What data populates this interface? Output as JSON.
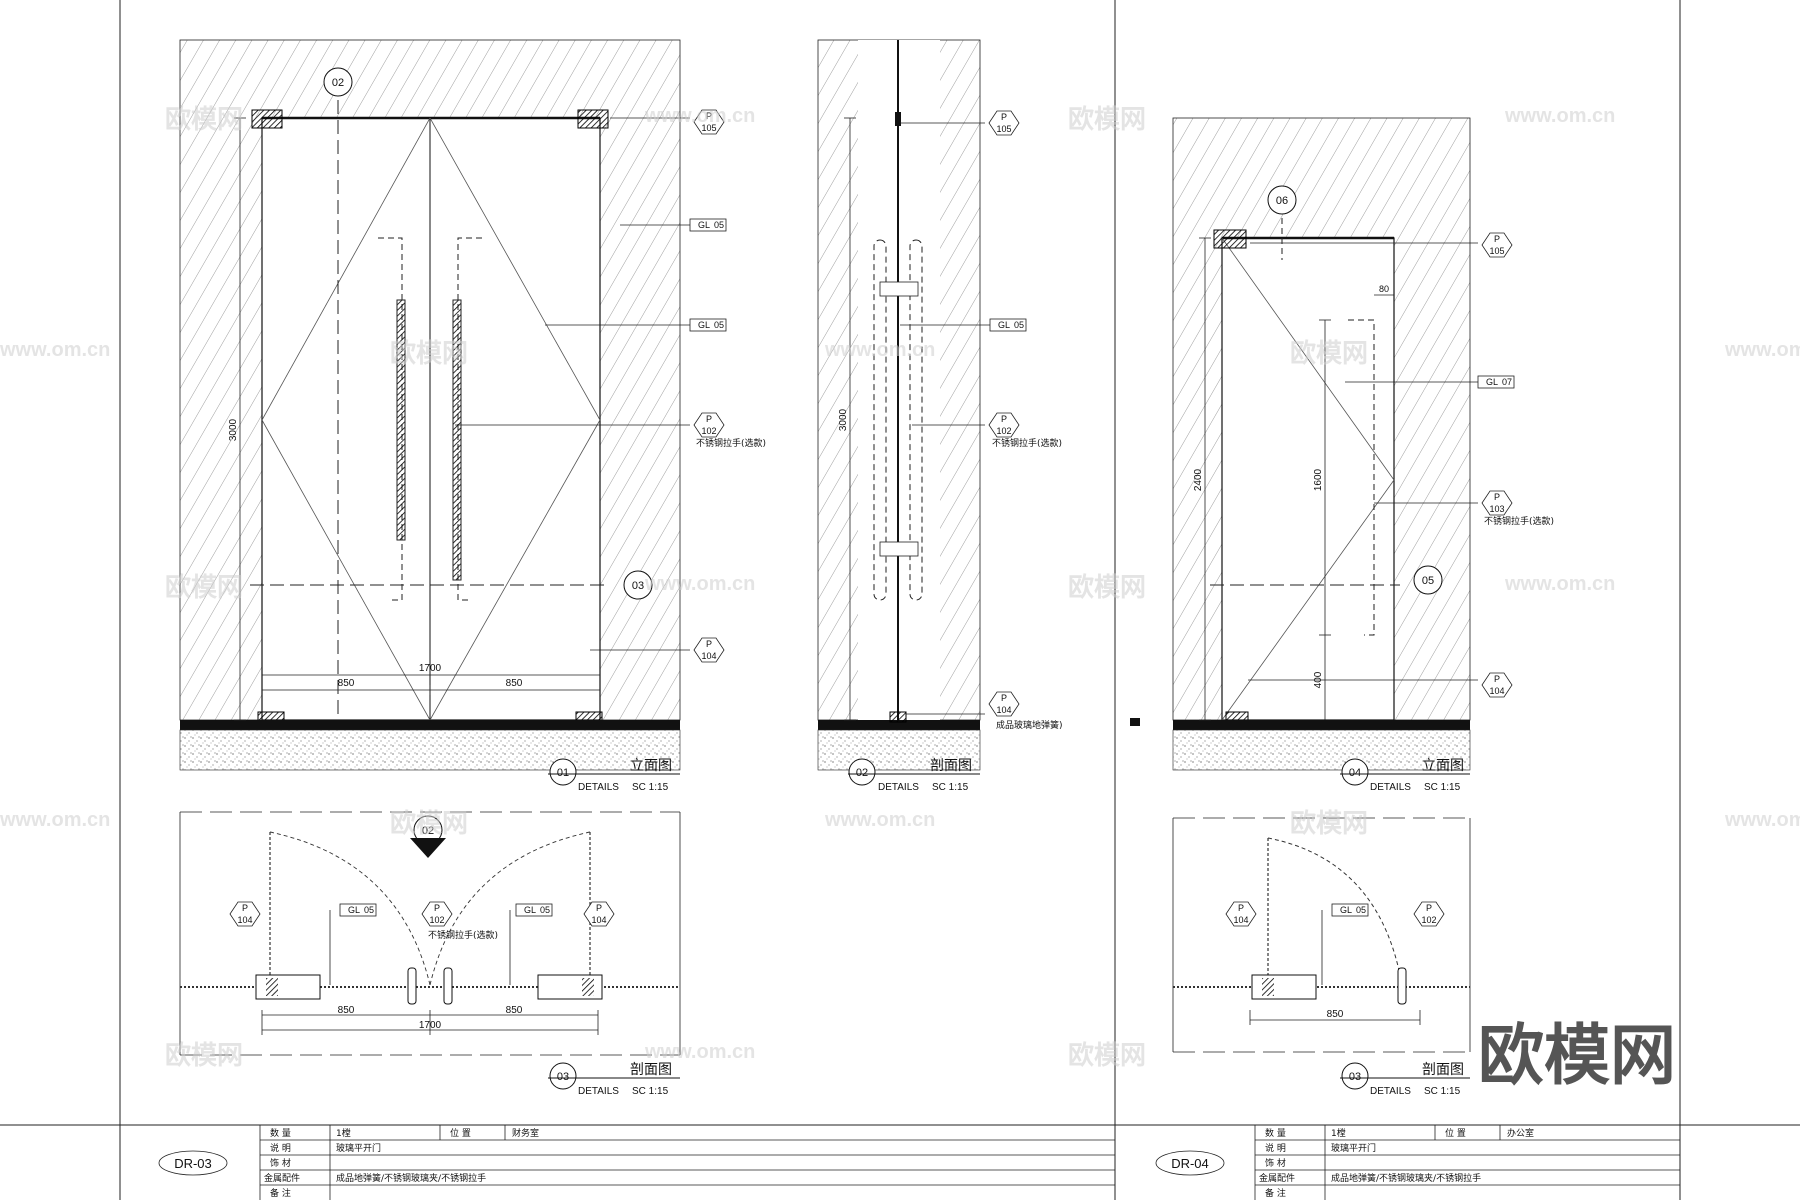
{
  "watermarks": {
    "brand": "欧模网",
    "url": "www.om.cn"
  },
  "big_watermark": "欧模网",
  "sheet_left": {
    "code": "DR-03",
    "elevation_title": "立面图",
    "elevation_no": "01",
    "section_title": "剖面图",
    "section_no": "02",
    "plan_title": "剖面图",
    "plan_no": "03",
    "details": "DETAILS",
    "scale": "SC 1:15",
    "dim_height": "3000",
    "dim_total": "1700",
    "dim_leaf_left": "850",
    "dim_leaf_right": "850",
    "callout_02": "02",
    "callout_03": "03",
    "plan_callout_02": "02",
    "tags": {
      "p_top": "105",
      "gl_a": "05",
      "gl_b": "05",
      "p_handle": "102",
      "p_bottom": "104",
      "handle_note": "不锈钢拉手(选款)",
      "sec_p_top": "105",
      "sec_gl": "05",
      "sec_p_handle": "102",
      "sec_handle_note": "不锈钢拉手(选款)",
      "sec_p_bottom": "104",
      "sec_bottom_note": "成品玻璃地弹簧)",
      "sec_dim": "3000",
      "plan_p_left": "104",
      "plan_gl_left": "05",
      "plan_p_mid": "102",
      "plan_note": "不锈钢拉手(选款)",
      "plan_gl_right": "05",
      "plan_p_right": "104",
      "plan_dim_total": "1700",
      "plan_dim_left": "850",
      "plan_dim_right": "850"
    },
    "table": {
      "rows": [
        {
          "label": "数 量",
          "value": "1樘",
          "label2": "位 置",
          "value2": "财务室"
        },
        {
          "label": "说 明",
          "value": "玻璃平开门"
        },
        {
          "label": "饰 材",
          "value": ""
        },
        {
          "label": "金属配件",
          "value": "成品地弹簧/不锈钢玻璃夹/不锈钢拉手"
        },
        {
          "label": "备 注",
          "value": ""
        }
      ]
    }
  },
  "sheet_right": {
    "code": "DR-04",
    "elevation_title": "立面图",
    "elevation_no": "04",
    "plan_title": "剖面图",
    "plan_no": "03",
    "details": "DETAILS",
    "scale": "SC 1:15",
    "dim_height": "2400",
    "dim_handle": "1600",
    "dim_top": "80",
    "dim_bottom": "400",
    "dim_plan": "850",
    "callout_top": "06",
    "callout_05": "05",
    "tags": {
      "p_top": "105",
      "gl": "07",
      "p_handle": "103",
      "handle_note": "不锈钢拉手(选款)",
      "p_bottom": "104",
      "plan_p_left": "104",
      "plan_gl": "05",
      "plan_p_right": "102"
    },
    "table": {
      "rows": [
        {
          "label": "数 量",
          "value": "1樘",
          "label2": "位 置",
          "value2": "办公室"
        },
        {
          "label": "说 明",
          "value": "玻璃平开门"
        },
        {
          "label": "饰 材",
          "value": ""
        },
        {
          "label": "金属配件",
          "value": "成品地弹簧/不锈钢玻璃夹/不锈钢拉手"
        },
        {
          "label": "备 注",
          "value": ""
        }
      ]
    }
  }
}
